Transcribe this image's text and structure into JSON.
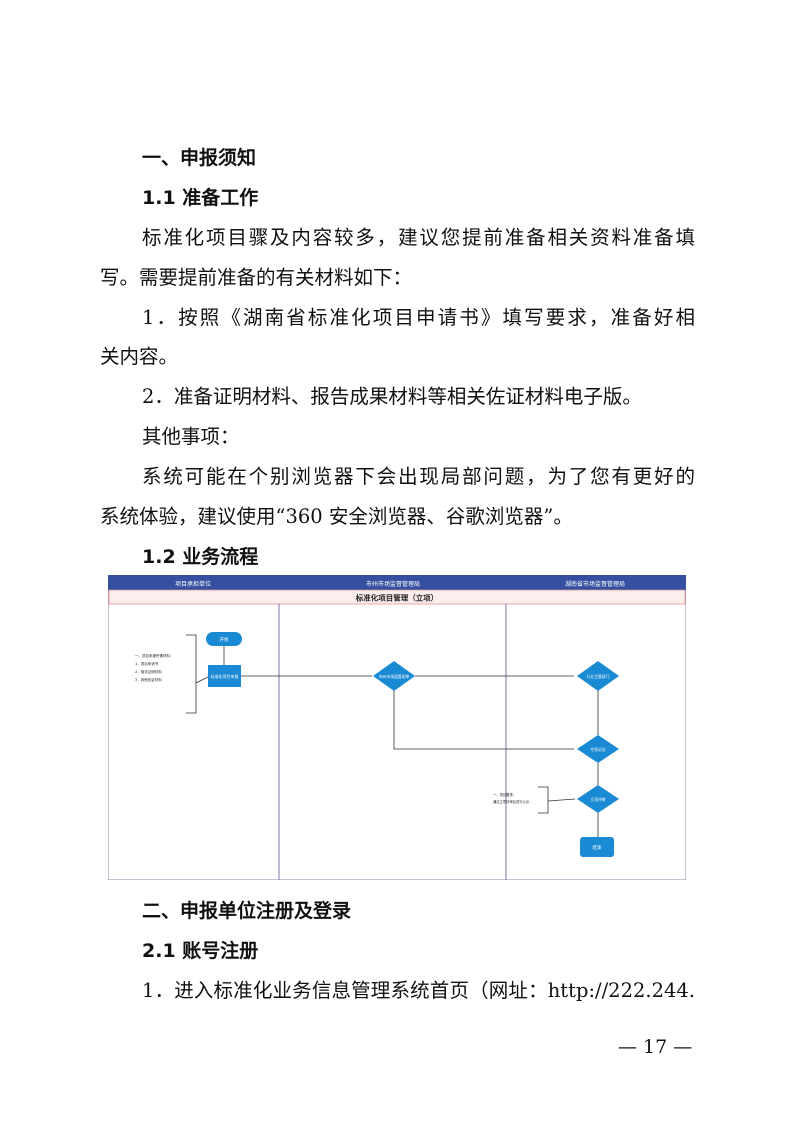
{
  "sections": {
    "s1": "一、申报须知",
    "s11": "1.1 准备工作",
    "p1a": "标准化项目骤及内容较多，建议您提前准备相关资料准备填",
    "p1b": "写。需要提前准备的有关材料如下：",
    "p2a": "1．按照《湖南省标准化项目申请书》填写要求，准备好相",
    "p2b": "关内容。",
    "p3": "2．准备证明材料、报告成果材料等相关佐证材料电子版。",
    "p4": "其他事项：",
    "p5a": "系统可能在个别浏览器下会出现局部问题，为了您有更好的",
    "p5b": "系统体验，建议使用“360 安全浏览器、谷歌浏览器”。",
    "s12": "1.2 业务流程",
    "s2": "二、申报单位注册及登录",
    "s21": "2.1 账号注册",
    "p6": "1．进入标准化业务信息管理系统首页（网址：http://222.244."
  },
  "flowchart": {
    "lanes": [
      "项目承担单位",
      "市州市场监督管理局",
      "湖南省市场监督管理局"
    ],
    "title": "标准化项目管理（立项）",
    "nodes": {
      "start": "开始",
      "apply": "标准化项目申报",
      "city": "市州市场监管初审",
      "industry": "行业主管部门",
      "expert": "专家论证",
      "review": "立项评审",
      "end": "结束"
    },
    "note1": [
      "一、项目申报所需材料：",
      "1．项目申请书",
      "2．相关证明材料",
      "3．其他佐证材料"
    ],
    "note2": [
      "一、项目要求：",
      "通过立项评审后进行公示"
    ]
  },
  "page_number": "— 17 —"
}
